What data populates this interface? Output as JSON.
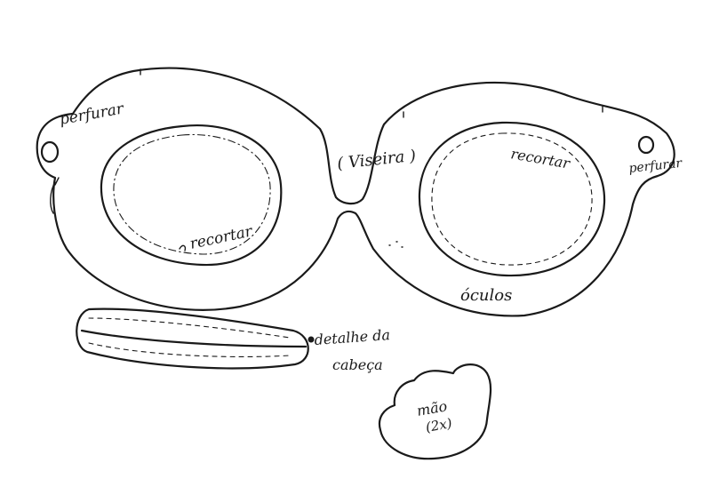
{
  "labels": {
    "perfurar_left": "perfurar",
    "perfurar_right": "perfurar",
    "viseira": "( Viseira )",
    "recortar_left": "recortar",
    "recortar_right": "recortar",
    "oculos": "óculos",
    "detalhe_line1": "detalhe da",
    "detalhe_line2": "cabeça",
    "mao_line1": "mão",
    "mao_line2": "(2x)"
  },
  "colors": {
    "ink": "#1a1a1a",
    "paper": "#ffffff"
  }
}
